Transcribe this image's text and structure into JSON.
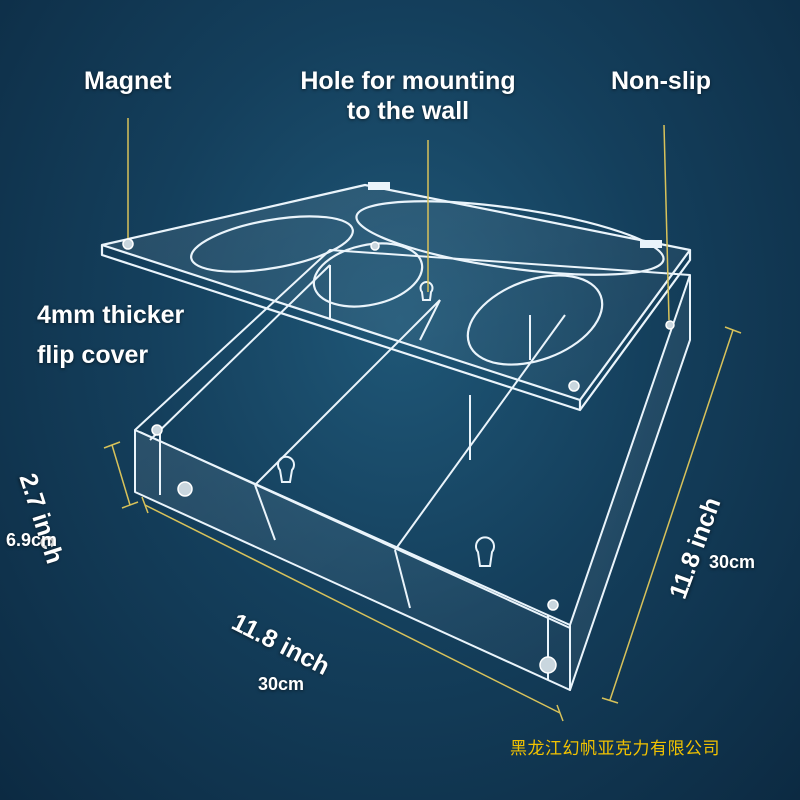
{
  "labels": {
    "magnet": "Magnet",
    "hole_line1": "Hole for mounting",
    "hole_line2": "to the wall",
    "non_slip": "Non-slip",
    "cover_line1": "4mm thicker",
    "cover_line2": "flip cover"
  },
  "dimensions": {
    "height_inch": "2.7 inch",
    "height_cm": "6.9cm",
    "width_inch": "11.8 inch",
    "width_cm": "30cm",
    "depth_inch": "11.8 inch",
    "depth_cm": "30cm"
  },
  "company": "黑龙江幻帆亚克力有限公司",
  "colors": {
    "background": "#143f5c",
    "acrylic_edge": "#eaf4fb",
    "dimension_line": "#d8c25a",
    "company_text": "#f2c200"
  }
}
